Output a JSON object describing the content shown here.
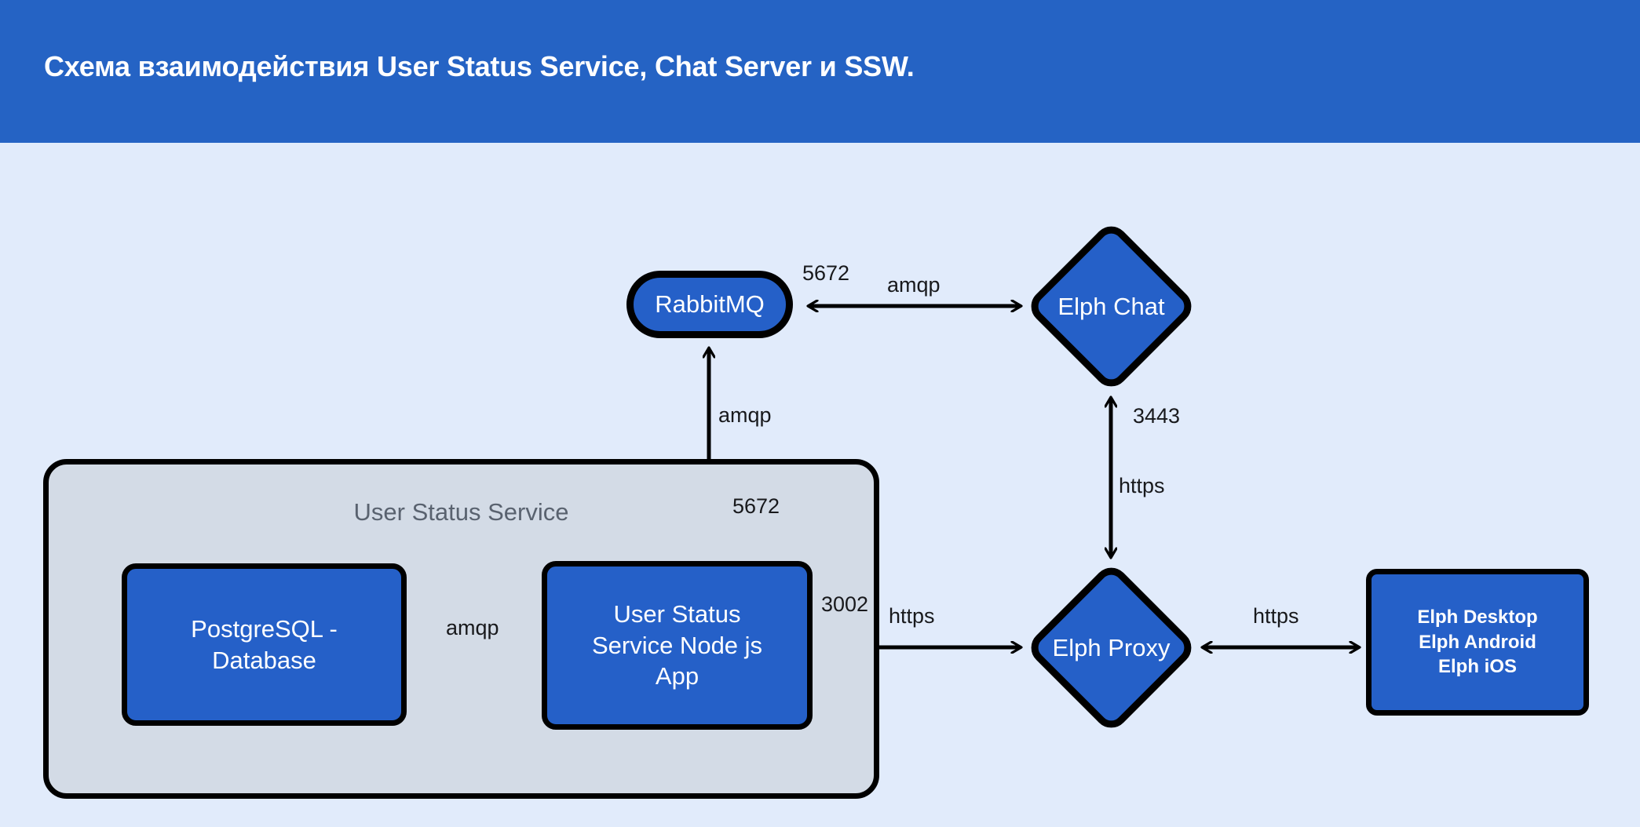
{
  "header": {
    "title": "Схема взаимодействия User Status Service, Chat Server и SSW.",
    "background_color": "#2563c4",
    "text_color": "#ffffff"
  },
  "canvas": {
    "background_color": "#e1ebfb"
  },
  "theme": {
    "node_fill": "#2560c8",
    "node_stroke": "#000000",
    "node_text": "#ffffff",
    "group_fill": "#d3dbe6",
    "group_label_color": "#59626f",
    "edge_color": "#000000",
    "edge_label_color": "#18191c"
  },
  "diagram": {
    "type": "architecture-flow",
    "group": {
      "name": "user-status-service",
      "label": "User Status Service"
    },
    "nodes": [
      {
        "id": "rabbitmq",
        "label": "RabbitMQ",
        "shape": "stadium"
      },
      {
        "id": "elph-chat",
        "label": "Elph Chat",
        "shape": "diamond"
      },
      {
        "id": "elph-proxy",
        "label": "Elph Proxy",
        "shape": "diamond"
      },
      {
        "id": "postgres",
        "label": "PostgreSQL - Database",
        "shape": "rounded-rect",
        "line1": "PostgreSQL -",
        "line2": "Database"
      },
      {
        "id": "uss-app",
        "label": "User Status Service Node js App",
        "shape": "rounded-rect",
        "line1": "User Status",
        "line2": "Service Node js",
        "line3": "App"
      },
      {
        "id": "elph-clients",
        "label": "Elph Desktop Elph Android Elph iOS",
        "shape": "rect",
        "line1": "Elph Desktop",
        "line2": "Elph Android",
        "line3": "Elph iOS"
      }
    ],
    "edges": [
      {
        "id": "rabbitmq-elph-chat",
        "from": "rabbitmq",
        "to": "elph-chat",
        "direction": "both",
        "protocol": "amqp",
        "port": "5672"
      },
      {
        "id": "rabbitmq-uss-app",
        "from": "rabbitmq",
        "to": "uss-app",
        "direction": "both",
        "protocol": "amqp",
        "port": "5672"
      },
      {
        "id": "elph-chat-elph-proxy",
        "from": "elph-chat",
        "to": "elph-proxy",
        "direction": "both",
        "protocol": "https",
        "port": "3443"
      },
      {
        "id": "postgres-uss-app",
        "from": "postgres",
        "to": "uss-app",
        "direction": "both",
        "protocol": "amqp",
        "port": ""
      },
      {
        "id": "uss-app-elph-proxy",
        "from": "uss-app",
        "to": "elph-proxy",
        "direction": "both",
        "protocol": "https",
        "port": "3002"
      },
      {
        "id": "elph-proxy-elph-clients",
        "from": "elph-proxy",
        "to": "elph-clients",
        "direction": "both",
        "protocol": "https",
        "port": ""
      }
    ],
    "labels": {
      "amqp_rabbit_chat": "amqp",
      "port_rabbit_chat": "5672",
      "amqp_rabbit_uss": "amqp",
      "port_rabbit_uss": "5672",
      "https_chat_proxy": "https",
      "port_chat_proxy": "3443",
      "amqp_pg_uss": "amqp",
      "https_uss_proxy": "https",
      "port_uss_proxy": "3002",
      "https_proxy_clients": "https"
    }
  }
}
